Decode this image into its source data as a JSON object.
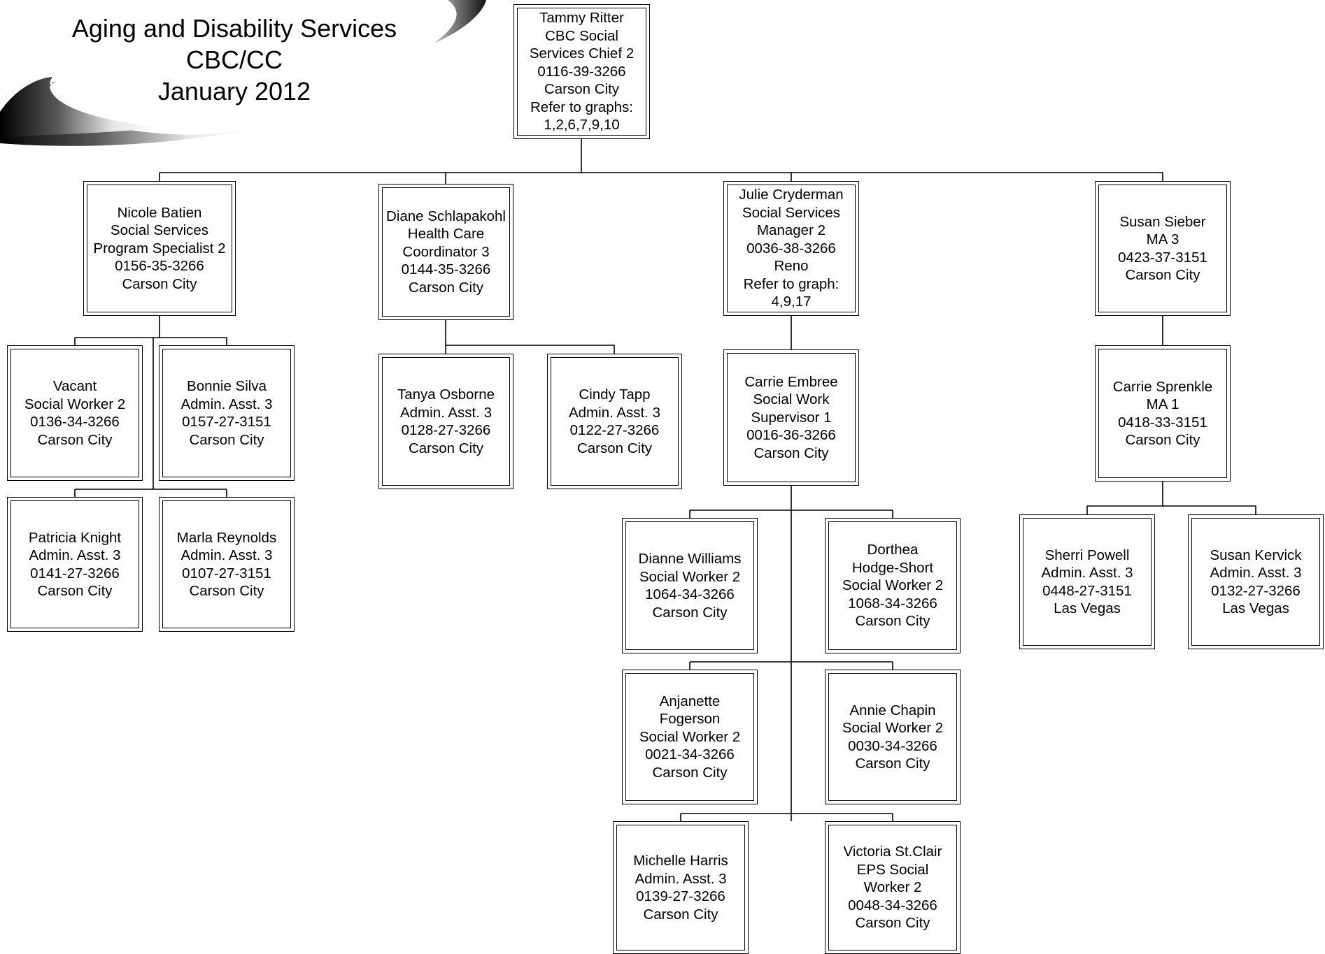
{
  "header": {
    "title_line1": "Aging and Disability Services",
    "title_line2": "CBC/CC",
    "title_line3": "January 2012"
  },
  "nodes": {
    "root": [
      "Tammy Ritter",
      "CBC Social",
      "Services Chief 2",
      "0116-39-3266",
      "Carson City",
      "Refer to graphs:",
      "1,2,6,7,9,10"
    ],
    "nicole": [
      "Nicole Batien",
      "Social Services",
      "Program Specialist 2",
      "0156-35-3266",
      "Carson City"
    ],
    "diane": [
      "Diane Schlapakohl",
      "Health Care",
      "Coordinator 3",
      "0144-35-3266",
      "Carson City"
    ],
    "julie": [
      "Julie Cryderman",
      "Social Services",
      "Manager 2",
      "0036-38-3266",
      "Reno",
      "Refer to graph:",
      "4,9,17"
    ],
    "susan_sieber": [
      "Susan Sieber",
      "MA 3",
      "0423-37-3151",
      "Carson City"
    ],
    "vacant": [
      "Vacant",
      "Social Worker 2",
      "0136-34-3266",
      "Carson City"
    ],
    "bonnie": [
      "Bonnie Silva",
      "Admin. Asst. 3",
      "0157-27-3151",
      "Carson City"
    ],
    "patricia": [
      "Patricia Knight",
      "Admin. Asst. 3",
      "0141-27-3266",
      "Carson City"
    ],
    "marla": [
      "Marla Reynolds",
      "Admin. Asst. 3",
      "0107-27-3151",
      "Carson City"
    ],
    "tanya": [
      "Tanya Osborne",
      "Admin. Asst. 3",
      "0128-27-3266",
      "Carson City"
    ],
    "cindy": [
      "Cindy Tapp",
      "Admin. Asst. 3",
      "0122-27-3266",
      "Carson City"
    ],
    "carrie_embree": [
      "Carrie Embree",
      "Social Work",
      "Supervisor 1",
      "0016-36-3266",
      "Carson City"
    ],
    "dianne": [
      "Dianne Williams",
      "Social Worker 2",
      "1064-34-3266",
      "Carson City"
    ],
    "dorthea": [
      "Dorthea",
      "Hodge-Short",
      "Social Worker 2",
      "1068-34-3266",
      "Carson City"
    ],
    "anjanette": [
      "Anjanette",
      "Fogerson",
      "Social Worker 2",
      "0021-34-3266",
      "Carson City"
    ],
    "annie": [
      "Annie Chapin",
      "Social Worker 2",
      "0030-34-3266",
      "Carson City"
    ],
    "michelle": [
      "Michelle Harris",
      "Admin. Asst. 3",
      "0139-27-3266",
      "Carson City"
    ],
    "victoria": [
      "Victoria St.Clair",
      "EPS Social",
      "Worker 2",
      "0048-34-3266",
      "Carson City"
    ],
    "carrie_sprenkle": [
      "Carrie Sprenkle",
      "MA 1",
      "0418-33-3151",
      "Carson City"
    ],
    "sherri": [
      "Sherri Powell",
      "Admin. Asst. 3",
      "0448-27-3151",
      "Las Vegas"
    ],
    "susan_kervick": [
      "Susan Kervick",
      "Admin. Asst. 3",
      "0132-27-3266",
      "Las Vegas"
    ]
  }
}
